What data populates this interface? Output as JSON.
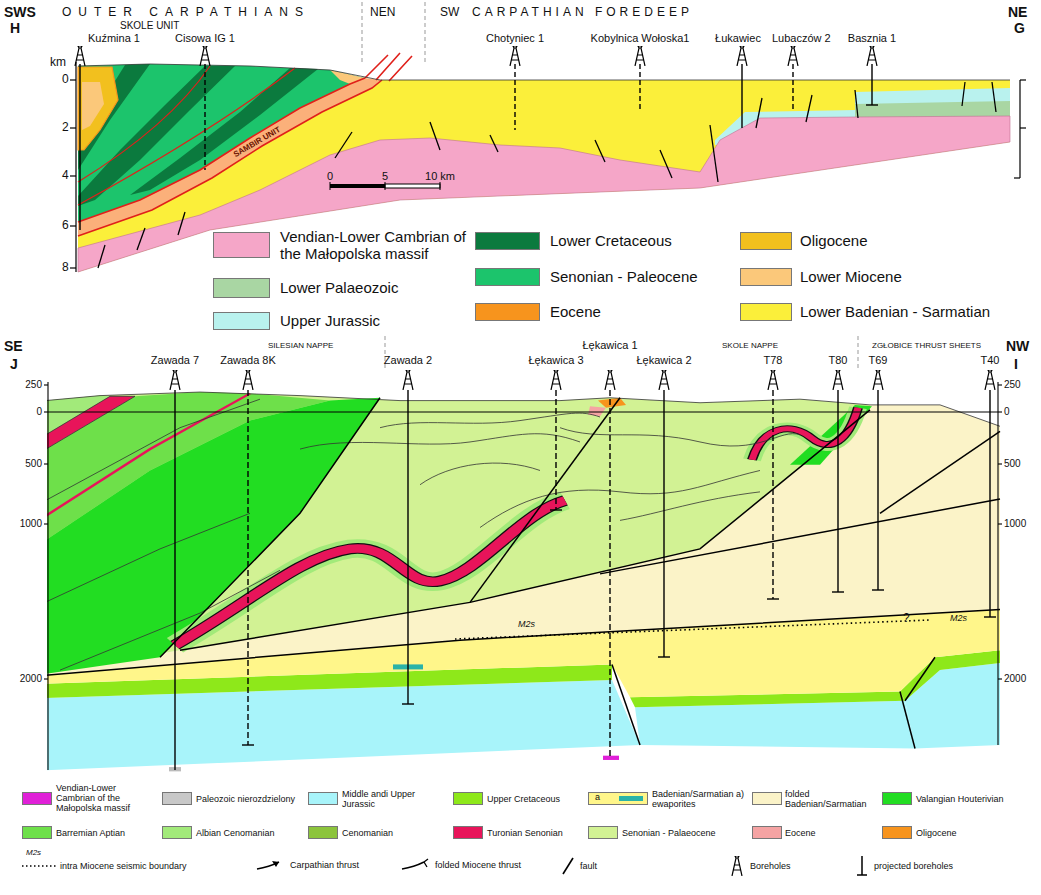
{
  "diagram": {
    "labels": [
      "SWS",
      "H",
      "OUTER CARPATHIANS",
      "NEN",
      "SW",
      "CARPATHIAN FOREDEEP",
      "NE",
      "G",
      "Kuźmina 1",
      "SKOLE UNIT",
      "Cisowa IG 1",
      "Chotyniec 1",
      "Kobylnica Wołoska1",
      "Łukawiec",
      "Lubaczów 2",
      "Basznia 1",
      "km",
      "0",
      "2",
      "4",
      "6",
      "8",
      "SAMBIR UNIT",
      "0",
      "5",
      "10 km",
      "SE",
      "J",
      "NW",
      "I",
      "SILESIAN NAPPE",
      "SKOLE NAPPE",
      "ZGŁOBICE THRUST SHEETS",
      "Zawada 7",
      "Zawada 8K",
      "Zawada 2",
      "Łękawica 3",
      "Łękawica 1",
      "Łękawica 2",
      "T78",
      "T80",
      "T69",
      "T40",
      "250",
      "0",
      "500",
      "1000",
      "2000",
      "250",
      "0",
      "500",
      "1000",
      "2000",
      "M2s",
      "M2s",
      "?",
      "a",
      "M2s"
    ],
    "legend": [
      {
        "text": "Vendian-Lower Cambrian of the Małopolska massif",
        "color": "#f5a6c8"
      },
      {
        "text": "Lower Palaeozoic",
        "color": "#a9d6a3"
      },
      {
        "text": "Upper Jurassic",
        "color": "#b9f2ee"
      },
      {
        "text": "Lower Cretaceous",
        "color": "#0b7a3e"
      },
      {
        "text": "Senonian - Paleocene",
        "color": "#1cc46c"
      },
      {
        "text": "Eocene",
        "color": "#f7941d"
      },
      {
        "text": "Oligocene",
        "color": "#f2c01e"
      },
      {
        "text": "Lower Miocene",
        "color": "#fbc87a"
      },
      {
        "text": "Lower Badenian - Sarmatian",
        "color": "#fbef3a"
      },
      {
        "text": "Vendian-Lower Cambrian of the Małopolska massif",
        "color": "#e020d8"
      },
      {
        "text": "Paleozoic nierozdzielony",
        "color": "#c8c8c8"
      },
      {
        "text": "Middle andi Upper Jurassic",
        "color": "#a8f4fa"
      },
      {
        "text": "Upper Cretaceous",
        "color": "#8ee81a"
      },
      {
        "text": "Badenian/Sarmatian a) ewaporites",
        "color": "#fff68a"
      },
      {
        "text": "folded Badenian/Sarmatian",
        "color": "#fbf3c8"
      },
      {
        "text": "Valangian Houterivian",
        "color": "#22dd22"
      },
      {
        "text": "Barremian Aptian",
        "color": "#6ee04a"
      },
      {
        "text": "Albian Cenomanian",
        "color": "#a2ea7a"
      },
      {
        "text": "Cenomanian",
        "color": "#8cc43c"
      },
      {
        "text": "Turonian Senonian",
        "color": "#e8145a"
      },
      {
        "text": "Senonian - Palaeocene",
        "color": "#d2f294"
      },
      {
        "text": "Eocene",
        "color": "#f5a3a3"
      },
      {
        "text": "Oligocene",
        "color": "#f7941d"
      },
      {
        "text": "intra Miocene seismic boundary"
      },
      {
        "text": "Carpathian thrust"
      },
      {
        "text": "folded Miocene thrust"
      },
      {
        "text": "fault"
      },
      {
        "text": "Boreholes"
      },
      {
        "text": "projected boreholes"
      }
    ]
  }
}
